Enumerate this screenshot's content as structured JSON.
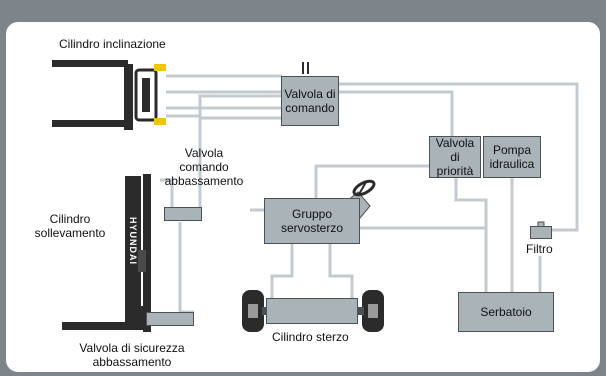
{
  "labels": {
    "tilt_cylinder": "Cilindro inclinazione",
    "lowering_control_valve_l1": "Valvola",
    "lowering_control_valve_l2": "comando",
    "lowering_control_valve_l3": "abbassamento",
    "lift_cylinder_l1": "Cilindro",
    "lift_cylinder_l2": "sollevamento",
    "safety_valve_l1": "Valvola di sicurezza",
    "safety_valve_l2": "abbassamento",
    "steering_cylinder": "Cilindro sterzo",
    "filter": "Filtro"
  },
  "boxes": {
    "control_valve_l1": "Valvola di",
    "control_valve_l2": "comando",
    "priority_valve_l1": "Valvola di",
    "priority_valve_l2": "priorità",
    "pump_l1": "Pompa",
    "pump_l2": "idraulica",
    "power_steering_l1": "Gruppo",
    "power_steering_l2": "servosterzo",
    "tank": "Serbatoio"
  },
  "mast_brand": "HYUNDAI",
  "colors": {
    "frame": "#7d858a",
    "panel": "#ffffff",
    "pipe": "#c3cbd0",
    "box_fill": "#a9b3b8",
    "box_border": "#4b5257",
    "tilt_ring": "#f2c300",
    "machine": "#2b2b2b"
  }
}
